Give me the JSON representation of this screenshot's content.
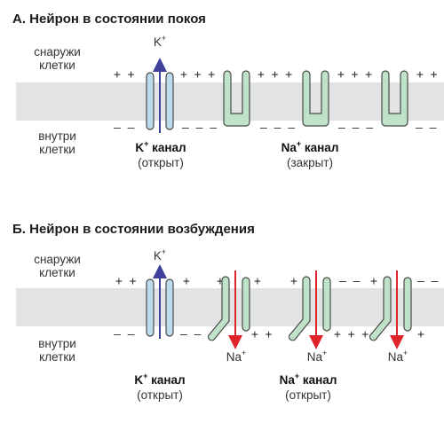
{
  "panel_a": {
    "title": "А. Нейрон в состоянии покоя",
    "outside": [
      "снаружи",
      "клетки"
    ],
    "inside": [
      "внутри",
      "клетки"
    ],
    "k_ion": {
      "base": "K",
      "charge": "+"
    },
    "k_channel": {
      "base": "K",
      "charge": "+",
      "name": "канал",
      "state": "(открыт)"
    },
    "na_channel": {
      "base": "Na",
      "charge": "+",
      "name": "канал",
      "state": "(закрыт)"
    }
  },
  "panel_b": {
    "title": "Б. Нейрон в состоянии возбуждения",
    "outside": [
      "снаружи",
      "клетки"
    ],
    "inside": [
      "внутри",
      "клетки"
    ],
    "k_ion": {
      "base": "K",
      "charge": "+"
    },
    "na_ion": {
      "base": "Na",
      "charge": "+"
    },
    "k_channel": {
      "base": "K",
      "charge": "+",
      "name": "канал",
      "state": "(открыт)"
    },
    "na_channel": {
      "base": "Na",
      "charge": "+",
      "name": "канал",
      "state": "(открыт)"
    }
  },
  "colors": {
    "membrane": "#e2e3e4",
    "k_channel": "#bcdcee",
    "na_channel": "#bfe3c8",
    "k_arrow": "#3f3f9c",
    "na_arrow": "#e0242b"
  }
}
